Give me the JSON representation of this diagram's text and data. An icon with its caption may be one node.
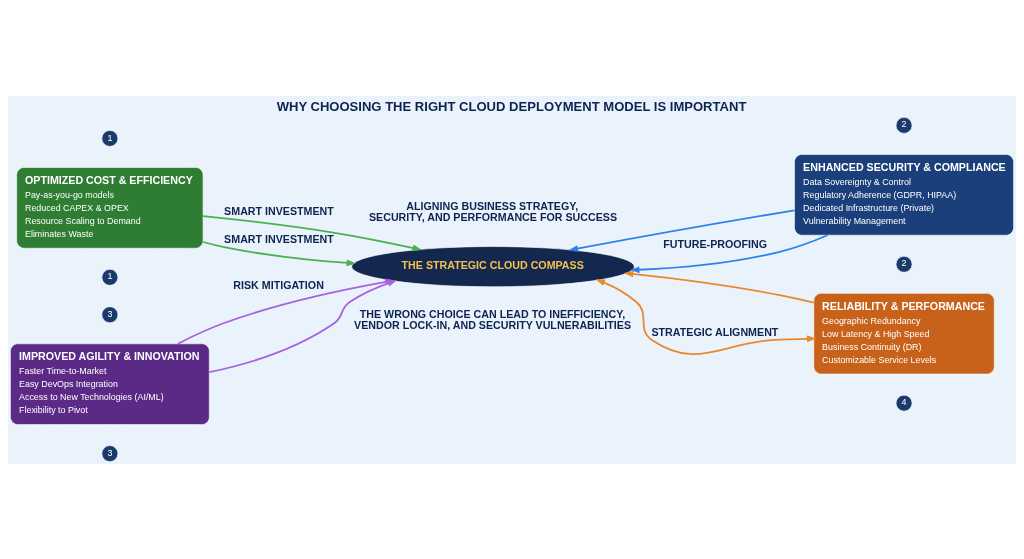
{
  "diagram": {
    "title": "WHY CHOOSING THE RIGHT CLOUD DEPLOYMENT MODEL IS IMPORTANT",
    "caption": "THE WRONG CHOICE CAN LEAD TO INEFFICIENCY, VENDOR LOCK-IN, AND SECURITY VULNERABILITIES",
    "nodes": [
      {
        "text": [
          "THE STRATEGIC CLOUD COMPASS"
        ]
      },
      {
        "text": [
          "OPTIMIZED COST & EFFICIENCY",
          "Pay-as-you-go models",
          "Reduced CAPEX & OPEX",
          "Resource Scaling to Demand",
          "Eliminates Waste"
        ]
      },
      {
        "text": [
          "ENHANCED SECURITY & COMPLIANCE",
          "Data Sovereignty & Control",
          "Regulatory Adherence (GDPR, HIPAA)",
          "Dedicated Infrastructure (Private)",
          "Vulnerability Management"
        ]
      },
      {
        "text": [
          "IMPROVED AGILITY & INNOVATION",
          "Faster Time-to-Market",
          "Easy DevOps Integration",
          "Access to New Technologies (AI/ML)",
          "Flexibility to Pivot"
        ]
      },
      {
        "text": [
          "RELIABILITY & PERFORMANCE",
          "Geographic Redundancy",
          "Low Latency & High Speed",
          "Business Continuity (DR)",
          "Customizable Service Levels"
        ]
      }
    ],
    "edges": [
      {
        "from": 1,
        "to": 0,
        "arrow": "to",
        "label": "SMART INVESTMENT",
        "color": "#4caf50"
      },
      {
        "from": 2,
        "to": 0,
        "arrow": "to",
        "color": "#2f80ed"
      },
      {
        "from": 1,
        "to": 0,
        "arrow": "to",
        "label": "SMART INVESTMENT",
        "color": "#4caf50"
      },
      {
        "from": 2,
        "to": 0,
        "arrow": "to",
        "label": "FUTURE-PROOFING",
        "color": "#2f80ed"
      },
      {
        "from": 3,
        "to": 0,
        "arrow": "to",
        "label": "RISK MITIGATION",
        "color": "#a463e0"
      },
      {
        "from": 4,
        "to": 0,
        "arrow": "both",
        "label": "STRATEGIC ALIGNMENT",
        "color": "#e8892f"
      },
      {
        "from": 3,
        "to": 0,
        "arrow": "to",
        "color": "#a463e0"
      },
      {
        "from": 4,
        "to": 0,
        "arrow": "to",
        "color": "#e8892f"
      }
    ],
    "labels": [
      "ALIGNING BUSINESS STRATEGY, SECURITY, AND PERFORMANCE FOR SUCCESS",
      "1",
      "2",
      "1",
      "2",
      "3",
      "3",
      "4"
    ]
  }
}
